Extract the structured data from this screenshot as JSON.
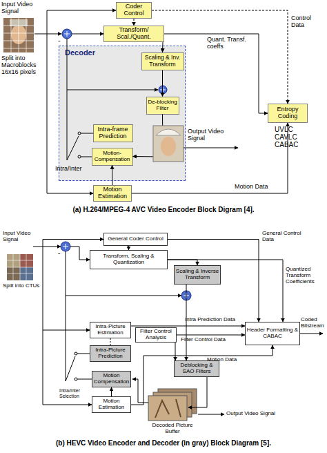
{
  "diagram": {
    "nodes": [
      {
        "text": [
          "Coder Control"
        ]
      },
      {
        "text": [
          "Transform/ Scal./Quant."
        ]
      },
      {
        "text": [
          "Decoder"
        ]
      },
      {
        "text": [
          "Scaling & Inv. Transform"
        ],
        "in": 2
      },
      {
        "text": [
          "De-blocking Filter"
        ],
        "in": 2
      },
      {
        "text": [
          "Intra-frame Prediction"
        ],
        "in": 2
      },
      {
        "text": [
          "Motion-Compensation"
        ],
        "in": 2
      },
      {
        "text": [
          "Entropy Coding"
        ]
      },
      {
        "text": [
          "Motion Estimation"
        ]
      },
      {
        "text": [
          "General Coder Control"
        ]
      },
      {
        "text": [
          "Transform, Scaling & Quantization"
        ]
      },
      {
        "text": [
          "Scaling & Inverse Transform"
        ]
      },
      {
        "text": [
          "Intra-Picture Estimation"
        ]
      },
      {
        "text": [
          "Filter Control Analysis"
        ]
      },
      {
        "text": [
          "Header Formatting & CABAC"
        ]
      },
      {
        "text": [
          "Intra-Picture Prediction"
        ]
      },
      {
        "text": [
          "Deblocking & SAO Filters"
        ]
      },
      {
        "text": [
          "Motion Compensation"
        ]
      },
      {
        "text": [
          "Motion Estimation"
        ]
      }
    ],
    "edges": [
      {
        "from": 0,
        "to": 1,
        "arrow": "to"
      },
      {
        "from": 1,
        "to": 3,
        "arrow": "to"
      },
      {
        "from": 1,
        "to": 7,
        "arrow": "to",
        "label": "Quant. Transf. coeffs"
      },
      {
        "from": 0,
        "to": 7,
        "arrow": "to",
        "label": "Control Data"
      },
      {
        "from": 8,
        "to": 7,
        "arrow": "to",
        "label": "Motion Data"
      },
      {
        "from": 3,
        "to": 4,
        "arrow": "to"
      },
      {
        "from": 4,
        "to": 6,
        "arrow": "to"
      },
      {
        "from": 8,
        "to": 6,
        "arrow": "to"
      },
      {
        "from": 9,
        "to": 10,
        "arrow": "to"
      },
      {
        "from": 9,
        "to": 14,
        "arrow": "to",
        "label": "General Control Data"
      },
      {
        "from": 10,
        "to": 11,
        "arrow": "to"
      },
      {
        "from": 10,
        "to": 14,
        "arrow": "to",
        "label": "Quantized Transform Coefficients"
      },
      {
        "from": 12,
        "to": 14,
        "arrow": "to",
        "label": "Intra Prediction Data"
      },
      {
        "from": 13,
        "to": 14,
        "arrow": "to",
        "label": "Filter Control Data"
      },
      {
        "from": 18,
        "to": 14,
        "arrow": "to",
        "label": "Motion Data"
      },
      {
        "from": 13,
        "to": 16,
        "arrow": "to"
      },
      {
        "from": 11,
        "to": 16,
        "arrow": "to"
      },
      {
        "from": 18,
        "to": 17,
        "arrow": "to"
      }
    ],
    "labels": [
      "Input Video Signal",
      "Split into Macroblocks 16x16 pixels",
      "-",
      "UVLC CAVLC CABAC",
      "Output Video Signal",
      "Intra/Inter",
      "(a) H.264/MPEG-4 AVC Video Encoder Block Digram [4].",
      "Input Video Signal",
      "Split into CTUs",
      "-",
      "Coded Bitstream",
      "Intra/Inter Selection",
      "Output Video Signal",
      "Decoded Picture Buffer",
      "(b) HEVC Video Encoder and Decoder (in gray) Block Diagram [5]."
    ]
  }
}
